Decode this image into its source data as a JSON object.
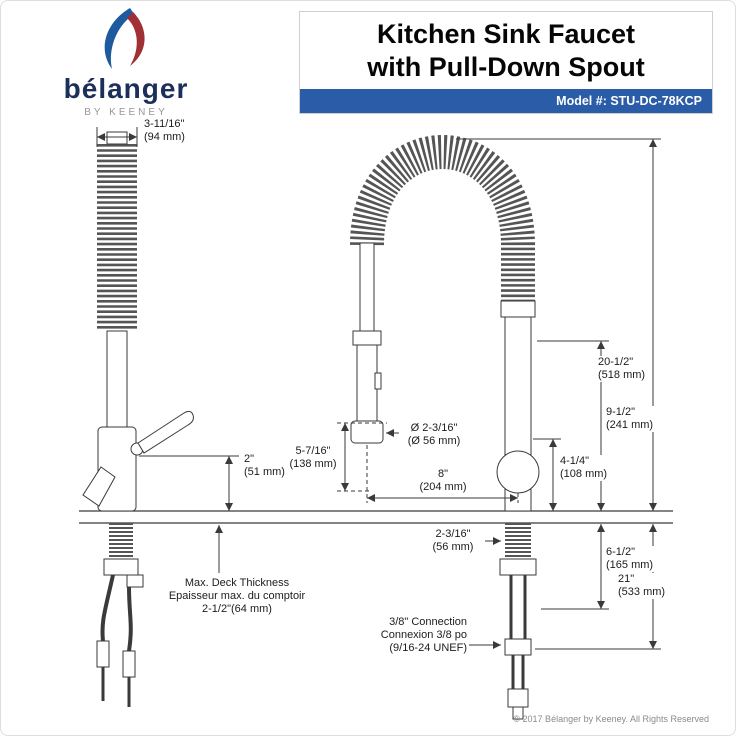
{
  "header": {
    "brand_name": "bélanger",
    "brand_byline": "BY KEENEY",
    "title_line1": "Kitchen Sink Faucet",
    "title_line2": "with Pull-Down Spout",
    "model_label": "Model #: STU-DC-78KCP"
  },
  "colors": {
    "accent_blue": "#2a5ca8",
    "logo_blue": "#1e5b9e",
    "logo_red": "#a03033",
    "line_color": "#3a3a3a"
  },
  "diagram": {
    "labels": {
      "spout_coil_width": "3-11/16\"\n(94 mm)",
      "spout_clearance": "2\"\n(51 mm)",
      "deck_thickness": "Max. Deck Thickness\nEpaisseur max. du comptoir\n2-1/2\"(64 mm)",
      "wand_length": "5-7/16\"\n(138 mm)",
      "spray_diameter": "Ø 2-3/16\"\n(Ø 56 mm)",
      "spout_reach": "8\"\n(204 mm)",
      "body_height": "4-1/4\"\n(108 mm)",
      "spout_height": "9-1/2\"\n(241 mm)",
      "overall_height": "20-1/2\"\n(518 mm)",
      "shank_diameter": "2-3/16\"\n(56 mm)",
      "shank_length": "6-1/2\"\n(165 mm)",
      "hose_length": "21\"\n(533 mm)",
      "connection": "3/8\" Connection\nConnexion 3/8 po\n(9/16-24 UNEF)"
    }
  },
  "footer": {
    "copyright": "© 2017 Bélanger by Keeney. All Rights Reserved"
  }
}
